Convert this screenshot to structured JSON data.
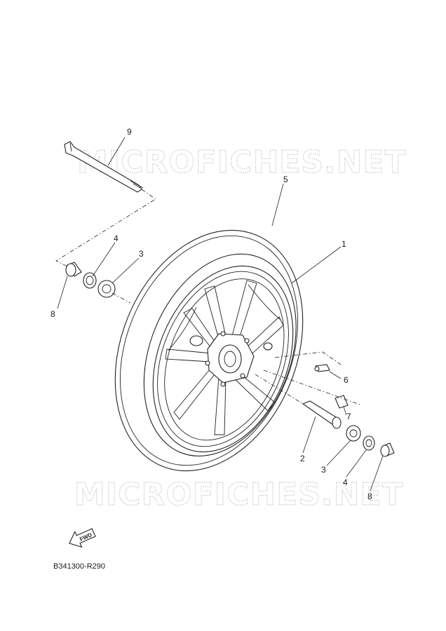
{
  "watermark": "MICROFICHES.NET",
  "diagram_code": "B341300-R290",
  "fwd_label": "FWD",
  "callouts": {
    "c1": "1",
    "c2": "2",
    "c3a": "3",
    "c3b": "3",
    "c4a": "4",
    "c4b": "4",
    "c5": "5",
    "c6": "6",
    "c7": "7",
    "c8a": "8",
    "c8b": "8",
    "c9": "9"
  }
}
